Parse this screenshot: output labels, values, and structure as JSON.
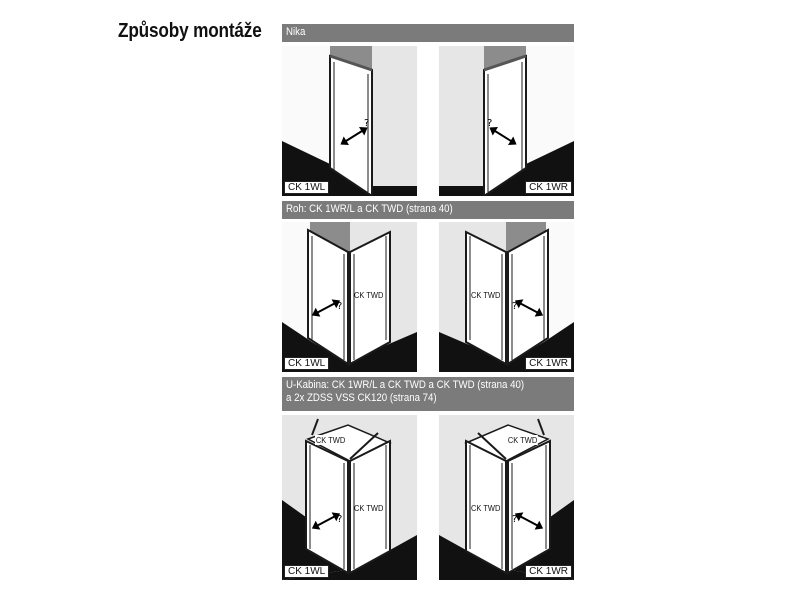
{
  "page": {
    "title": "Způsoby montáže"
  },
  "sections": [
    {
      "header_lines": [
        "Nika"
      ],
      "panels": [
        {
          "model": "CK 1WL",
          "parts": []
        },
        {
          "model": "CK 1WR",
          "parts": []
        }
      ]
    },
    {
      "header_lines": [
        "Roh: CK 1WR/L a CK TWD (strana 40)"
      ],
      "panels": [
        {
          "model": "CK 1WL",
          "parts": [
            "CK TWD"
          ]
        },
        {
          "model": "CK 1WR",
          "parts": [
            "CK TWD"
          ]
        }
      ]
    },
    {
      "header_lines": [
        "U-Kabina: CK 1WR/L a CK TWD a CK TWD (strana 40)",
        "a 2x ZDSS VSS CK120 (strana 74)"
      ],
      "panels": [
        {
          "model": "CK 1WL",
          "parts": [
            "CK TWD",
            "CK TWD"
          ]
        },
        {
          "model": "CK 1WR",
          "parts": [
            "CK TWD",
            "CK TWD"
          ]
        }
      ]
    }
  ],
  "colors": {
    "header_bg": "#7b7b7b",
    "panel_bg": "#e6e6e6",
    "floor": "#111111",
    "ceiling": "#8c8c8c"
  },
  "icons": [
    "swing-arrow-icon"
  ]
}
